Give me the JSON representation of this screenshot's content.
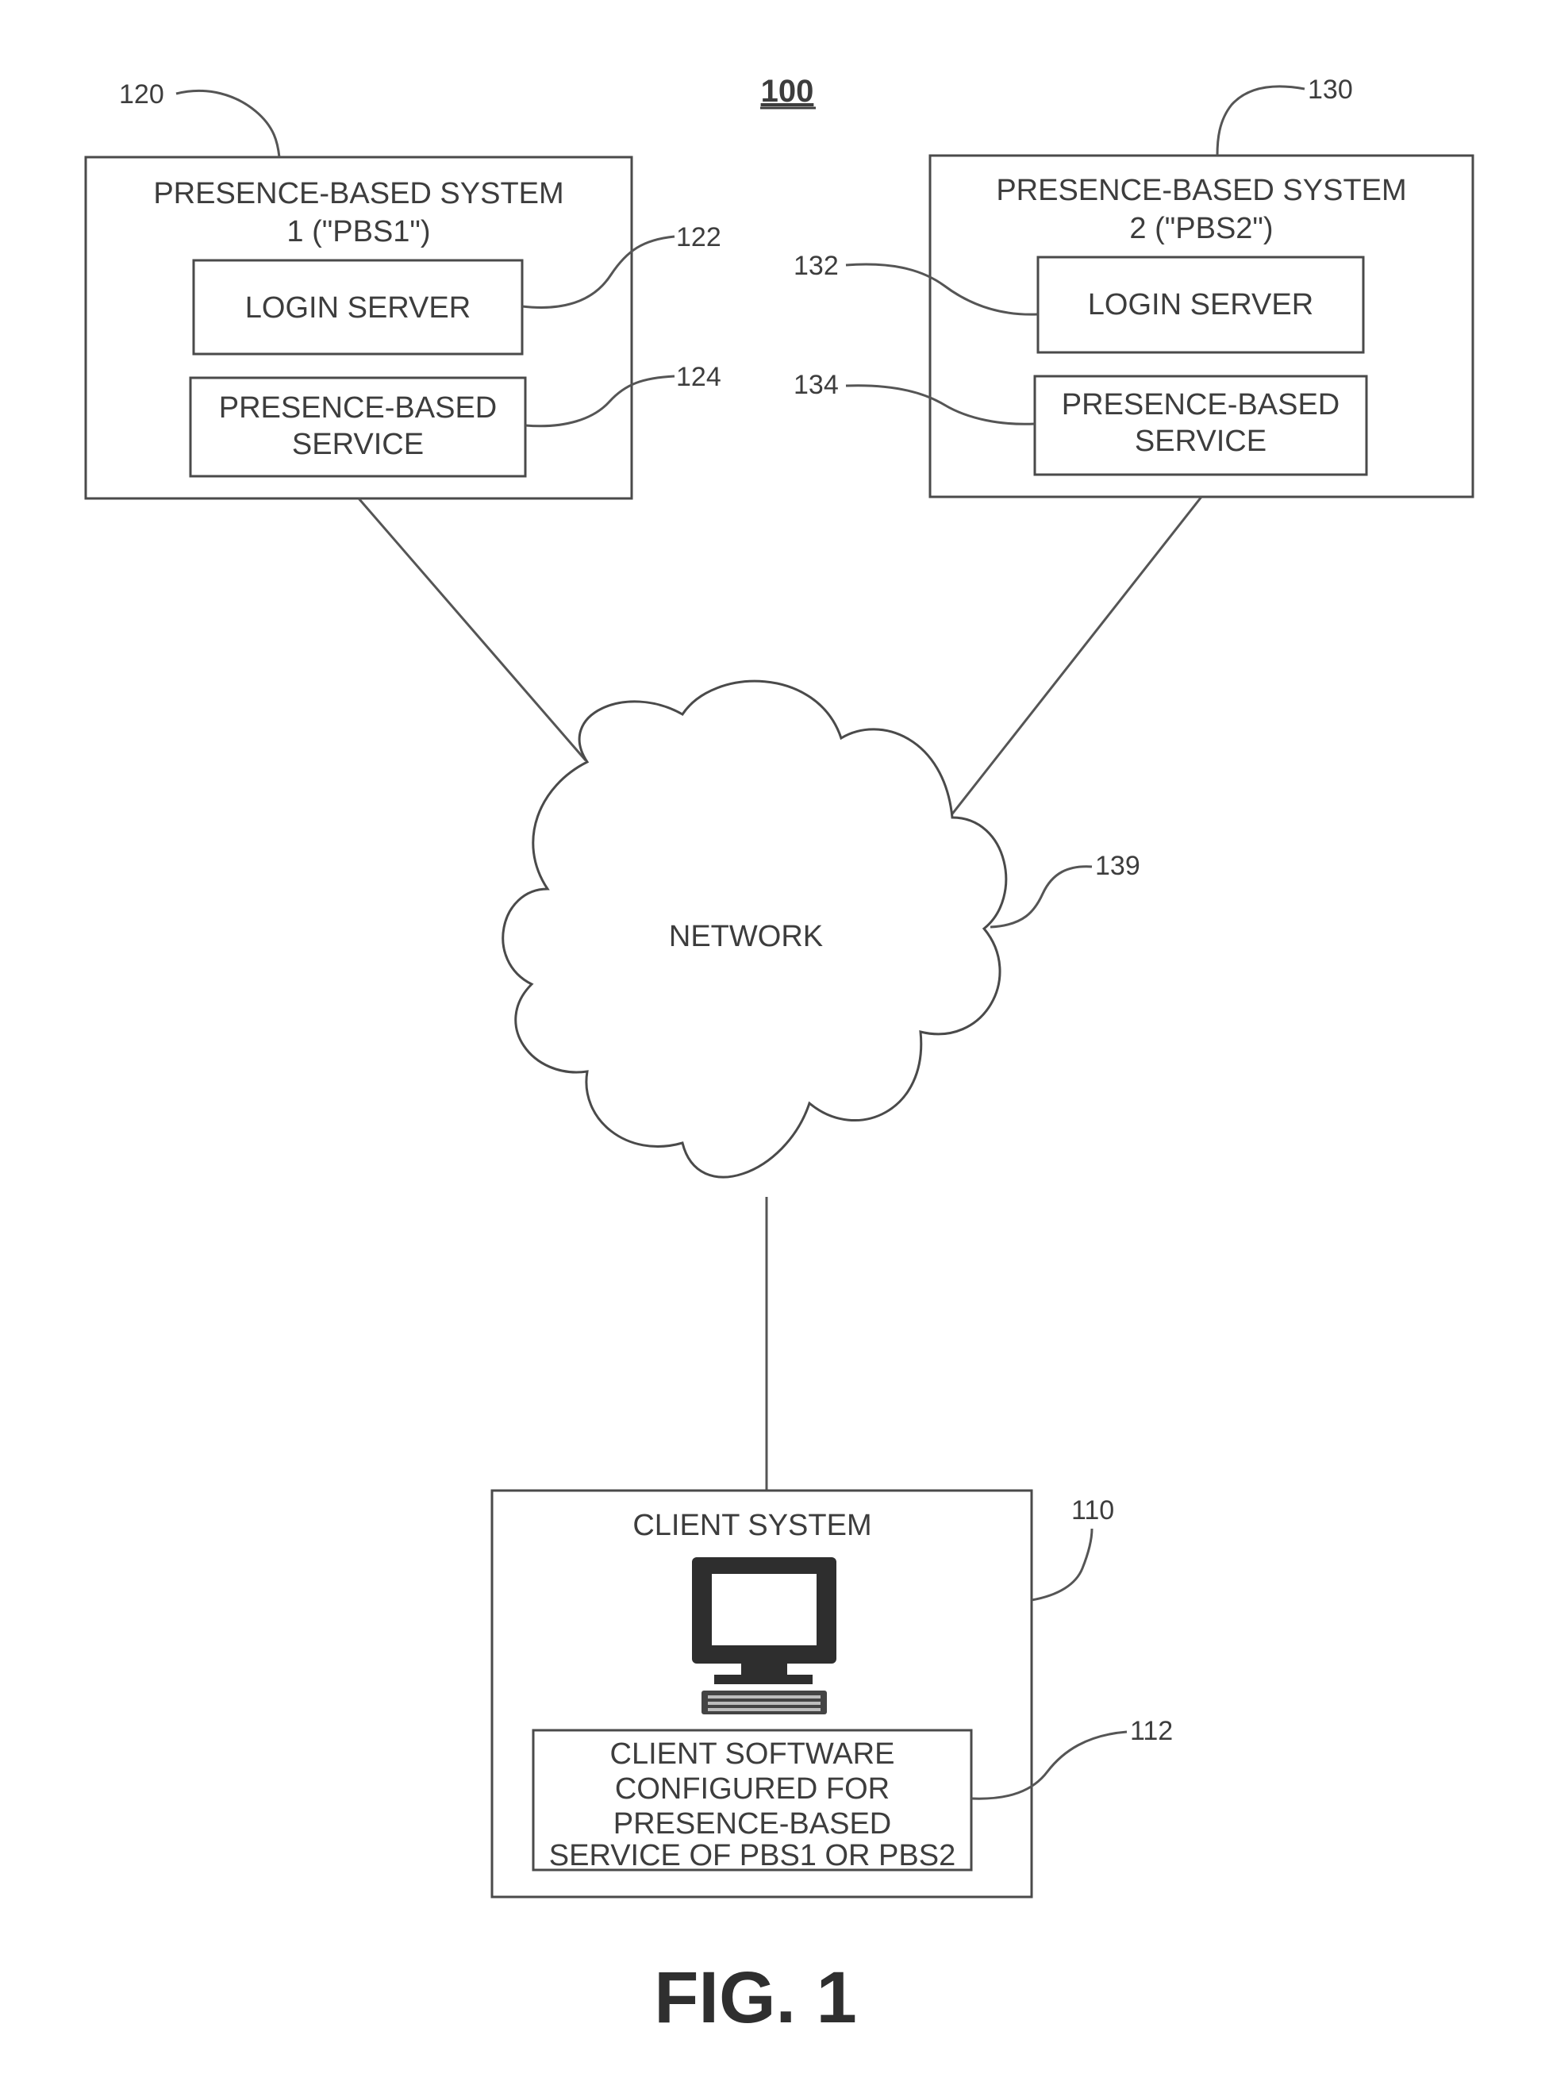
{
  "figure": {
    "number_label": "100",
    "caption": "FIG. 1"
  },
  "pbs1": {
    "ref": "120",
    "title_line1": "PRESENCE-BASED SYSTEM",
    "title_line2": "1 (\"PBS1\")",
    "login_server": {
      "ref": "122",
      "label": "LOGIN SERVER"
    },
    "service": {
      "ref": "124",
      "label_line1": "PRESENCE-BASED",
      "label_line2": "SERVICE"
    }
  },
  "pbs2": {
    "ref": "130",
    "title_line1": "PRESENCE-BASED SYSTEM",
    "title_line2": "2 (\"PBS2\")",
    "login_server": {
      "ref": "132",
      "label": "LOGIN SERVER"
    },
    "service": {
      "ref": "134",
      "label_line1": "PRESENCE-BASED",
      "label_line2": "SERVICE"
    }
  },
  "network": {
    "ref": "139",
    "label": "NETWORK"
  },
  "client": {
    "ref": "110",
    "title": "CLIENT SYSTEM",
    "icon": "computer-icon",
    "software": {
      "ref": "112",
      "line1": "CLIENT SOFTWARE",
      "line2": "CONFIGURED FOR",
      "line3": "PRESENCE-BASED",
      "line4": "SERVICE OF PBS1 OR PBS2"
    }
  }
}
